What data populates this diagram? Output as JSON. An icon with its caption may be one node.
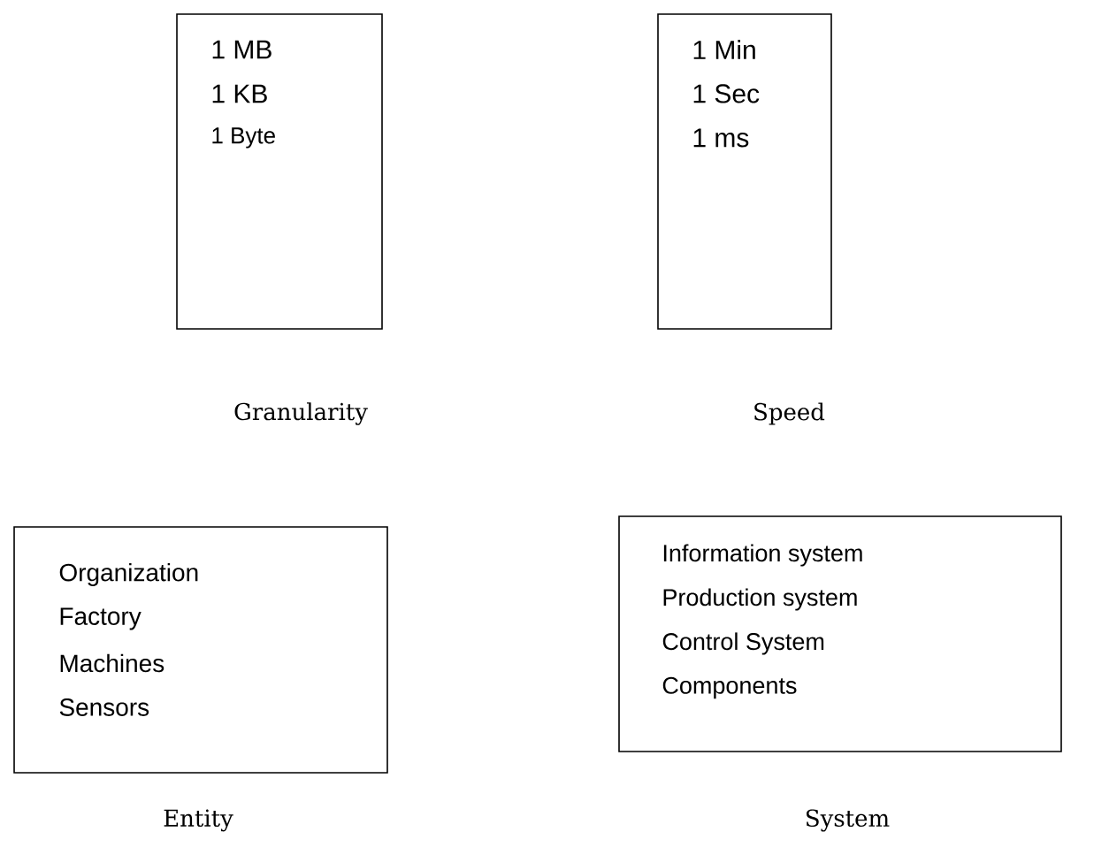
{
  "diagram": {
    "nodes": [
      {
        "text": [
          "Granularity",
          "1 MB",
          "1 KB",
          "1 Byte"
        ]
      },
      {
        "text": [
          "Speed",
          "1 Min",
          "1 Sec",
          "1 ms"
        ]
      },
      {
        "text": [
          "Entity",
          "Organization",
          "Factory",
          "Machines",
          "Sensors"
        ]
      },
      {
        "text": [
          "System",
          "Information system",
          "Production system",
          "Control System",
          "Components"
        ]
      }
    ]
  }
}
